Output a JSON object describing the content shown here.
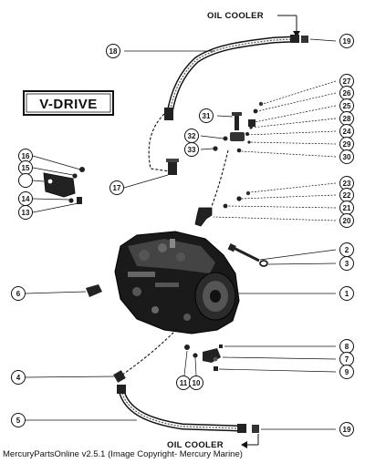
{
  "diagram": {
    "title": "V-DRIVE",
    "oil_cooler_top": "OIL COOLER",
    "oil_cooler_bottom": "OIL COOLER",
    "callouts": {
      "c1": "1",
      "c2": "2",
      "c3": "3",
      "c4": "4",
      "c5": "5",
      "c6": "6",
      "c7": "7",
      "c8": "8",
      "c9": "9",
      "c10": "10",
      "c11": "11",
      "c13": "13",
      "c14": "14",
      "c15": "15",
      "c16": "16",
      "c17": "17",
      "c18": "18",
      "c19a": "19",
      "c19b": "19",
      "c20": "20",
      "c21": "21",
      "c22": "22",
      "c23": "23",
      "c24": "24",
      "c25": "25",
      "c26": "26",
      "c27": "27",
      "c28": "28",
      "c29": "29",
      "c30": "30",
      "c31": "31",
      "c32": "32",
      "c33": "33"
    }
  },
  "footer": {
    "text": "MercuryPartsOnline v2.5.1 (Image Copyright- Mercury Marine)"
  }
}
